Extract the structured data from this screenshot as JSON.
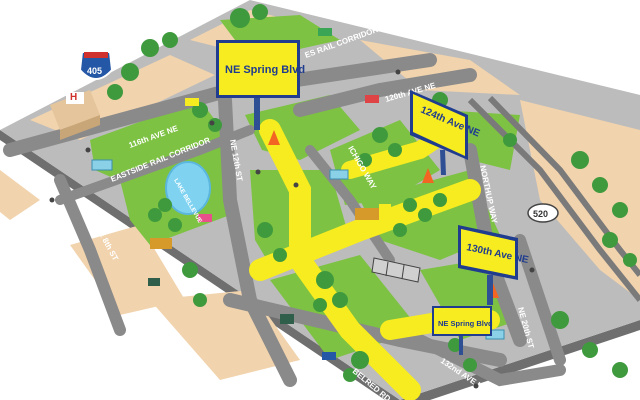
{
  "map": {
    "signs": [
      {
        "label": "NE Spring Blvd"
      },
      {
        "label": "124th Ave NE"
      },
      {
        "label": "130th Ave NE"
      },
      {
        "label": "NE Spring Blvd"
      }
    ],
    "streets": {
      "ne_12th_st": "NE 12th ST",
      "ne_8th_st": "NE 8th ST",
      "ave_116th": "116th AVE NE",
      "ave_120th": "120th AVE NE",
      "eastside_rail_corridor": "EASTSIDE RAIL CORRIDOR",
      "es_rail_corridor": "ES RAIL CORRIDOR",
      "ichigo_way": "ICHIGO WAY",
      "northup_way": "NORTHUP WAY",
      "ne_20th_st": "NE 20th ST",
      "ave_132nd": "132nd AVE NE",
      "belred_rd": "BELRED RD",
      "lake_bellevue": "LAKE BELLEVUE"
    },
    "highway_shields": {
      "interstate": "405",
      "sr": "520"
    },
    "hospital_letter": "H"
  }
}
